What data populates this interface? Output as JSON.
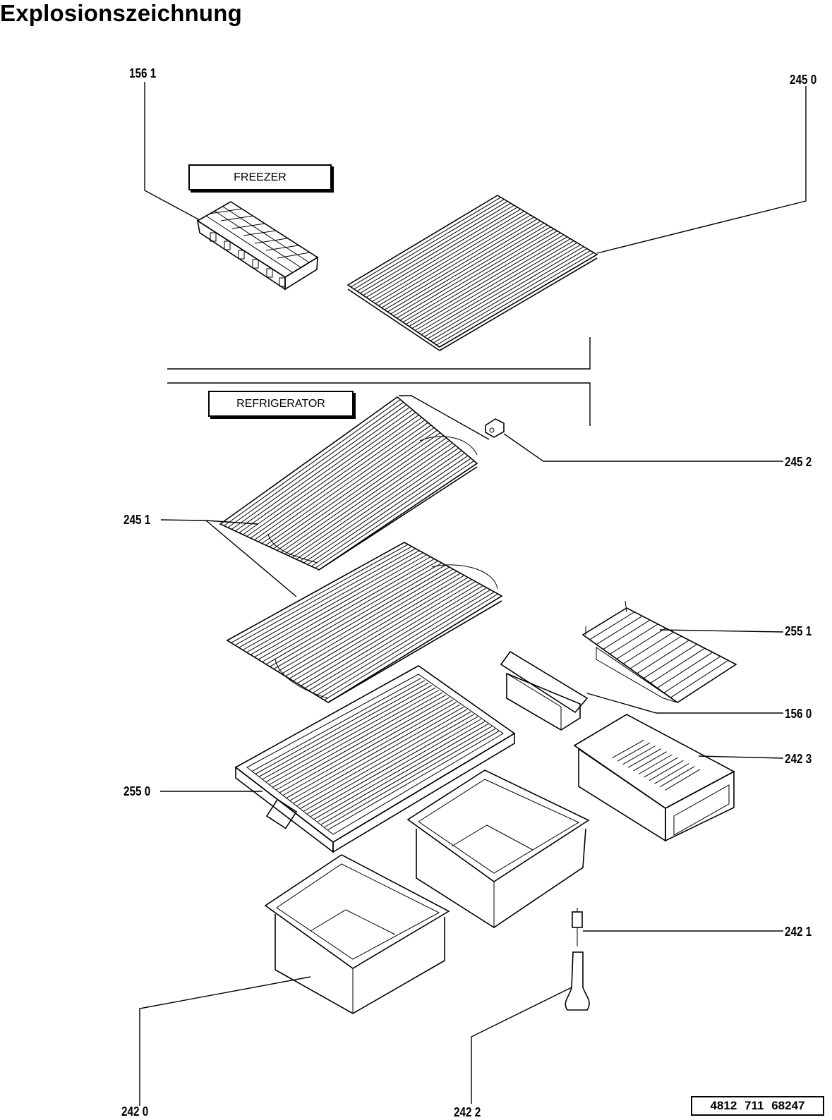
{
  "title": "Explosionszeichnung",
  "sections": {
    "freezer": "FREEZER",
    "refrigerator": "REFRIGERATOR"
  },
  "callouts": {
    "c1561": "156 1",
    "c2450": "245 0",
    "c2452": "245 2",
    "c2451": "245 1",
    "c2551": "255 1",
    "c1560": "156 0",
    "c2423": "242 3",
    "c2550": "255 0",
    "c2421": "242 1",
    "c2420": "242 0",
    "c2422": "242  2"
  },
  "document_number": "4812 711 68247"
}
